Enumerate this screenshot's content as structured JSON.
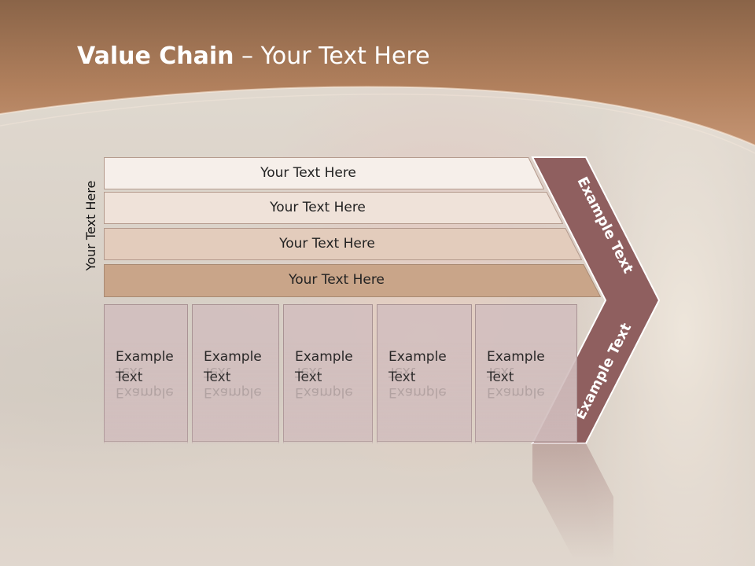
{
  "slide": {
    "title_bold": "Value Chain",
    "title_rest": " – Your Text Here",
    "side_label": "Your Text Here",
    "bars": [
      {
        "label": "Your Text Here"
      },
      {
        "label": "Your Text Here"
      },
      {
        "label": "Your Text Here"
      },
      {
        "label": "Your Text Here"
      }
    ],
    "boxes": [
      {
        "line1": "Example",
        "line2": "Text"
      },
      {
        "line1": "Example",
        "line2": "Text"
      },
      {
        "line1": "Example",
        "line2": "Text"
      },
      {
        "line1": "Example",
        "line2": "Text"
      },
      {
        "line1": "Example",
        "line2": "Text"
      }
    ],
    "chevron_upper": "Example Text",
    "chevron_lower": "Example Text",
    "colors": {
      "header_band": "#b07e5c",
      "chevron": "#8f5f5f",
      "bar1": "#f6efea",
      "bar2": "#efe2d9",
      "bar3": "#e3ccbc",
      "bar4": "#c9a589",
      "box": "#d4bfbf"
    }
  }
}
